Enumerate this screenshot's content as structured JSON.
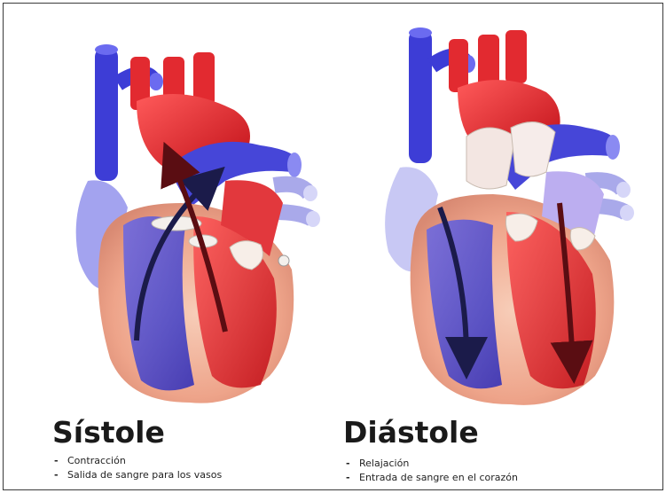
{
  "panels": {
    "systole": {
      "title": "Sístole",
      "notes": [
        "Contracción",
        "Salida de sangre para los vasos"
      ]
    },
    "diastole": {
      "title": "Diástole",
      "notes": [
        "Relajación",
        "Entrada de sangre en el corazón"
      ]
    }
  },
  "colors": {
    "oxygenated": "#e0202a",
    "deoxygenated": "#3b3bd6",
    "muscle": "#f2b4a0",
    "arrow_dark": "#1b1b4a",
    "arrow_red": "#5a0d12"
  }
}
